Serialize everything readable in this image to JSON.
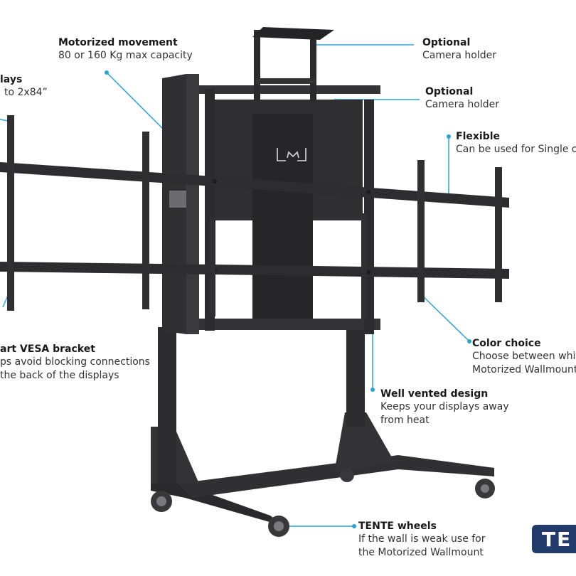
{
  "callouts": {
    "motorized": {
      "title": "Motorized movement",
      "desc": "80 or 160 Kg max capacity"
    },
    "displays": {
      "title": "lays",
      "desc": "to 2x84”"
    },
    "camera_top": {
      "title": "Optional",
      "desc": "Camera holder"
    },
    "camera_mid": {
      "title": "Optional",
      "desc": "Camera holder"
    },
    "flexible": {
      "title": "Flexible",
      "desc": "Can be used for Single or"
    },
    "vesa": {
      "title": "art VESA bracket",
      "desc1": "ps avoid blocking connections",
      "desc2": "the back of the displays"
    },
    "color": {
      "title": "Color choice",
      "desc1": "Choose between white",
      "desc2": "Motorized Wallmount"
    },
    "vented": {
      "title": "Well vented design",
      "desc1": "Keeps your displays away",
      "desc2": "from heat"
    },
    "wheels": {
      "title": "TENTE wheels",
      "desc1": "If the wall is weak use for",
      "desc2": "the Motorized Wallmount"
    }
  },
  "logo": {
    "text": "TE"
  },
  "product_logo": "LMJ",
  "colors": {
    "accent": "#29a3d6",
    "metal": "#2d2d2f",
    "badge": "#233b6b"
  }
}
